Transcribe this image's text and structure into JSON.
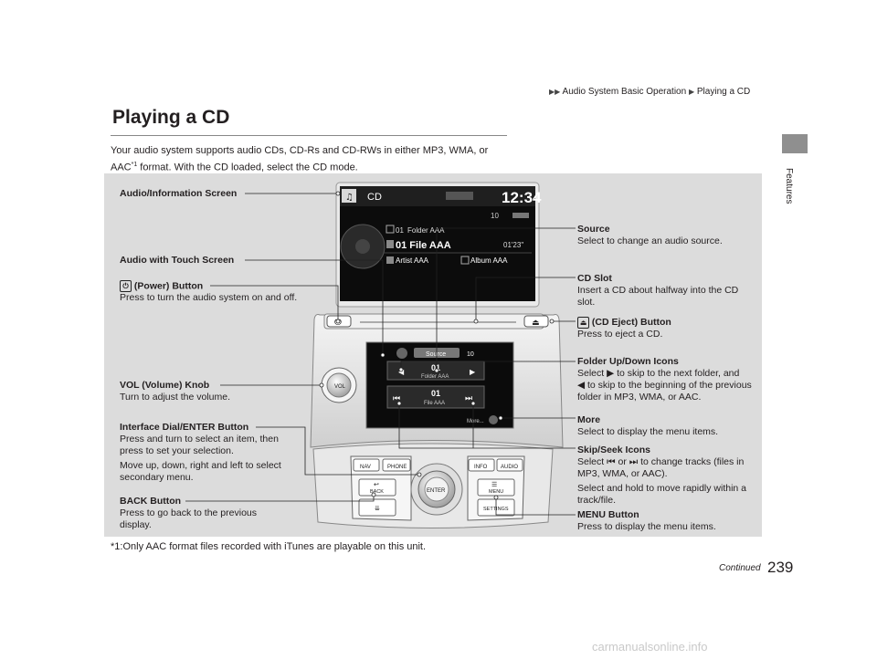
{
  "breadcrumb": {
    "level1": "Audio System Basic Operation",
    "level2": "Playing a CD"
  },
  "side_tab": "Features",
  "title": "Playing a CD",
  "intro": {
    "text1": "Your audio system supports audio CDs, CD-Rs and CD-RWs in either MP3, WMA, or AAC",
    "sup": "*1",
    "text2": " format. With the CD loaded, select the CD mode."
  },
  "callouts": {
    "audio_info_screen": "Audio/Information Screen",
    "audio_touch_screen": "Audio with Touch Screen",
    "power_title": "(Power) Button",
    "power_desc": "Press to turn the audio system on and off.",
    "vol_title": "VOL (Volume) Knob",
    "vol_desc": "Turn to adjust the volume.",
    "dial_title": "Interface Dial/ENTER Button",
    "dial_desc1": "Press and turn to select an item, then press to set your selection.",
    "dial_desc2": "Move up, down, right and left to select secondary menu.",
    "back_title": "BACK Button",
    "back_desc": "Press to go back to the previous display.",
    "source_title": "Source",
    "source_desc": "Select to change an audio source.",
    "cdslot_title": "CD Slot",
    "cdslot_desc": "Insert a CD about halfway into the CD slot.",
    "eject_title": "(CD Eject) Button",
    "eject_desc": "Press to eject a CD.",
    "folder_title": "Folder Up/Down Icons",
    "folder_desc_a": "Select",
    "folder_desc_b": "to skip to the next folder, and",
    "folder_desc_c": "to skip to the beginning of the previous folder in MP3, WMA, or AAC.",
    "more_title": "More",
    "more_desc": "Select to display the menu items.",
    "skip_title": "Skip/Seek Icons",
    "skip_desc_a": "Select",
    "skip_desc_or": "or",
    "skip_desc_b": "to change tracks (files in MP3, WMA, or AAC).",
    "skip_desc2": "Select and hold to move rapidly within a track/file.",
    "menu_title": "MENU Button",
    "menu_desc": "Press to display the menu items."
  },
  "upper_screen": {
    "mode": "CD",
    "clock": "12:34",
    "volume": "10",
    "folder_num": "01",
    "folder": "Folder AAA",
    "file": "01 File AAA",
    "time": "01'23\"",
    "artist": "Artist AAA",
    "album": "Album AAA"
  },
  "touch_screen": {
    "source": "Source",
    "volume": "10",
    "folder_num": "01",
    "folder": "Folder AAA",
    "file_num": "01",
    "file": "File AAA",
    "more": "More..."
  },
  "console": {
    "nav": "NAV",
    "phone": "PHONE",
    "info": "INFO",
    "audio": "AUDIO",
    "back": "BACK",
    "menu": "MENU",
    "settings": "SETTINGS",
    "enter": "ENTER",
    "vol": "VOL"
  },
  "footnote": "*1:Only AAC format files recorded with iTunes are playable on this unit.",
  "continued": "Continued",
  "page_number": "239",
  "watermark": "carmanualsonline.info"
}
